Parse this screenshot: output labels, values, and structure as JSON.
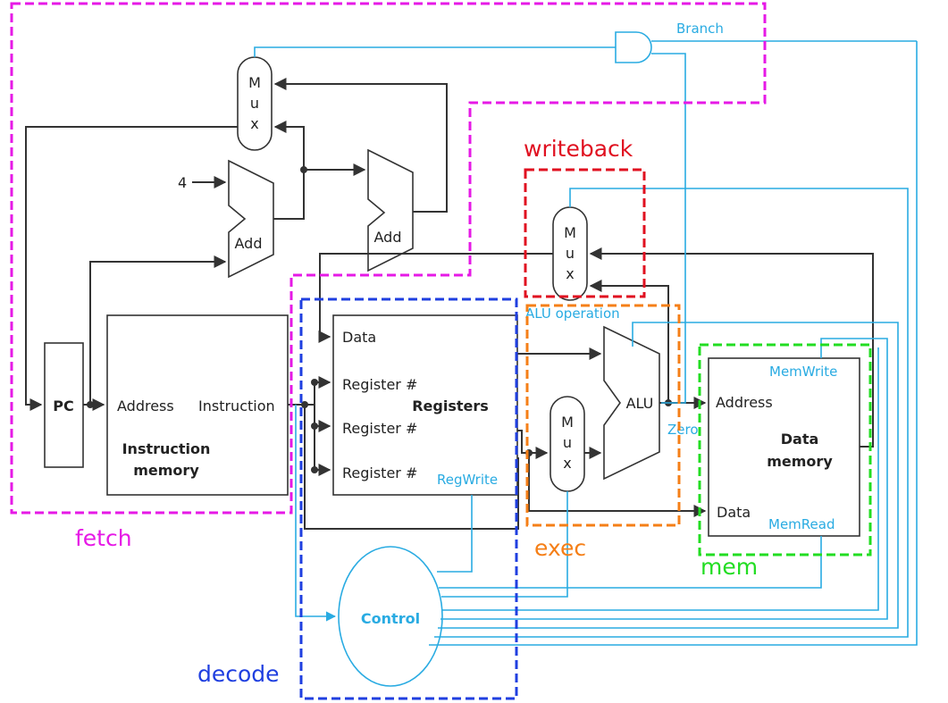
{
  "colors": {
    "wire": "#333333",
    "control": "#29abe2",
    "fetch": "#e619e6",
    "decode": "#1f3fe0",
    "exec": "#f57f17",
    "mem": "#22dd22",
    "writeback": "#e01020"
  },
  "stages": {
    "fetch": "fetch",
    "decode": "decode",
    "exec": "exec",
    "mem": "mem",
    "writeback": "writeback"
  },
  "blocks": {
    "pc": "PC",
    "add": "Add",
    "constant_four": "4",
    "mux_m": "M",
    "mux_u": "u",
    "mux_x": "x",
    "alu": "ALU",
    "control": "Control",
    "instruction_memory": {
      "address": "Address",
      "instruction": "Instruction",
      "title_line1": "Instruction",
      "title_line2": "memory"
    },
    "registers": {
      "title": "Registers",
      "data": "Data",
      "register_num": "Register #"
    },
    "data_memory": {
      "address": "Address",
      "data": "Data",
      "title_line1": "Data",
      "title_line2": "memory"
    }
  },
  "signals": {
    "branch": "Branch",
    "alu_operation": "ALU operation",
    "zero": "Zero",
    "regwrite": "RegWrite",
    "memwrite": "MemWrite",
    "memread": "MemRead"
  }
}
